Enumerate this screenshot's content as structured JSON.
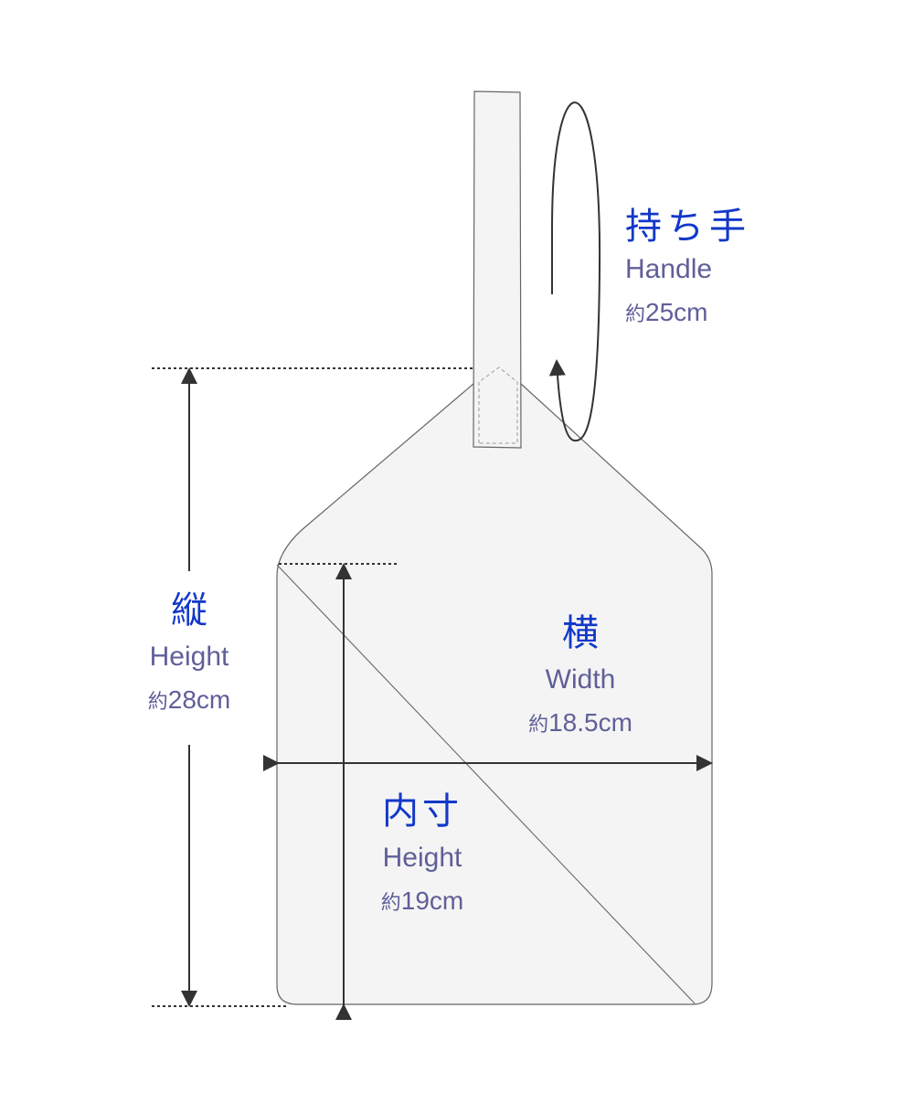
{
  "colors": {
    "label_jp": "#1238c8",
    "label_en": "#5f5f99",
    "bag_fill": "#f4f4f4",
    "outline": "#555555",
    "arrow": "#333333"
  },
  "handle": {
    "jp": "持ち手",
    "en": "Handle",
    "size_prefix": "約",
    "size": "25cm"
  },
  "height": {
    "jp": "縦",
    "en": "Height",
    "size_prefix": "約",
    "size": "28cm"
  },
  "width": {
    "jp": "横",
    "en": "Width",
    "size_prefix": "約",
    "size": "18.5cm"
  },
  "inner_height": {
    "jp": "内寸",
    "en": "Height",
    "size_prefix": "約",
    "size": "19cm"
  }
}
